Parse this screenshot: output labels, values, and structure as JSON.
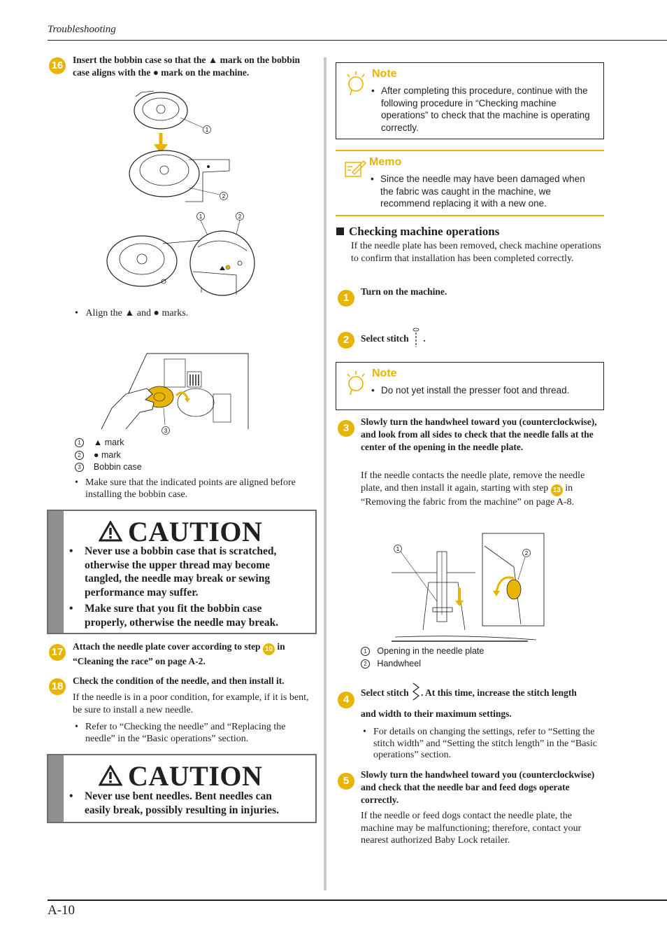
{
  "header": {
    "section": "Troubleshooting"
  },
  "footer": {
    "page_number": "A-10"
  },
  "left": {
    "step16": {
      "num": "16",
      "text_a": "Insert the bobbin case so that the",
      "text_b": "mark on the bobbin case aligns with the",
      "text_c": "mark on the machine."
    },
    "illus1_callouts": {
      "c1": "1",
      "c2": "2"
    },
    "illus2_callouts": {
      "c1": "1",
      "c2": "2"
    },
    "align_note": {
      "a": "Align the",
      "b": "and",
      "c": "marks."
    },
    "illus3_callouts": {
      "c3": "3"
    },
    "legend": [
      {
        "num": "1",
        "text": "mark",
        "symbol": "triangle"
      },
      {
        "num": "2",
        "text": "mark",
        "symbol": "circle"
      },
      {
        "num": "3",
        "text": "Bobbin case",
        "symbol": "none"
      }
    ],
    "make_sure": "Make sure that the indicated points are aligned before installing the bobbin case.",
    "caution1": {
      "title": "CAUTION",
      "items": [
        "Never use a bobbin case that is scratched, otherwise the upper thread may become tangled, the needle may break or sewing performance may suffer.",
        "Make sure that you fit the bobbin case properly, otherwise the needle may break."
      ]
    },
    "step17": {
      "num": "17",
      "text_a": "Attach the needle plate cover according to step",
      "ref": "10",
      "text_b": "in “Cleaning the race” on page A-2."
    },
    "step18": {
      "num": "18",
      "text": "Check the condition of the needle, and then install it.",
      "body": "If the needle is in a poor condition, for example, if it is bent, be sure to install a new needle.",
      "bullet": "Refer to “Checking the needle” and “Replacing the needle” in the “Basic operations” section."
    },
    "caution2": {
      "title": "CAUTION",
      "items": [
        "Never use bent needles. Bent needles can easily break, possibly resulting in injuries."
      ]
    }
  },
  "right": {
    "note1": {
      "title": "Note",
      "text": "After completing this procedure, continue with the following procedure in “Checking machine operations” to check that the machine is operating correctly."
    },
    "memo": {
      "title": "Memo",
      "text": "Since the needle may have been damaged when the fabric was caught in the machine, we recommend replacing it with a new one."
    },
    "section": {
      "title": "Checking machine operations",
      "body": "If the needle plate has been removed, check machine operations to confirm that installation has been completed correctly."
    },
    "step1": {
      "num": "1",
      "text": "Turn on the machine."
    },
    "step2": {
      "num": "2",
      "text_a": "Select stitch",
      "text_b": "."
    },
    "note2": {
      "title": "Note",
      "text": "Do not yet install the presser foot and thread."
    },
    "step3": {
      "num": "3",
      "text": "Slowly turn the handwheel toward you (counterclockwise), and look from all sides to check that the needle falls at the center of the opening in the needle plate.",
      "body_a": "If the needle contacts the needle plate, remove the needle plate, and then install it again, starting with step",
      "ref": "13",
      "body_b": "in “Removing the fabric from the machine” on page A-8."
    },
    "illus4_callouts": {
      "c1": "1",
      "c2": "2"
    },
    "legend2": [
      {
        "num": "1",
        "text": "Opening in the needle plate"
      },
      {
        "num": "2",
        "text": "Handwheel"
      }
    ],
    "step4": {
      "num": "4",
      "text_a": "Select stitch",
      "text_b": ". At this time, increase the stitch length",
      "text_c": "and width to their maximum settings.",
      "bullet": "For details on changing the settings, refer to “Setting the stitch width” and “Setting the stitch length” in the “Basic operations” section."
    },
    "step5": {
      "num": "5",
      "text": "Slowly turn the handwheel toward you (counterclockwise) and check that the needle bar and feed dogs operate correctly.",
      "body": "If the needle or feed dogs contact the needle plate, the machine may be malfunctioning; therefore, contact your nearest authorized Baby Lock retailer."
    }
  },
  "colors": {
    "accent": "#e8b400",
    "caution_bar": "#8f8f8f",
    "divider": "#c9c9c9"
  }
}
